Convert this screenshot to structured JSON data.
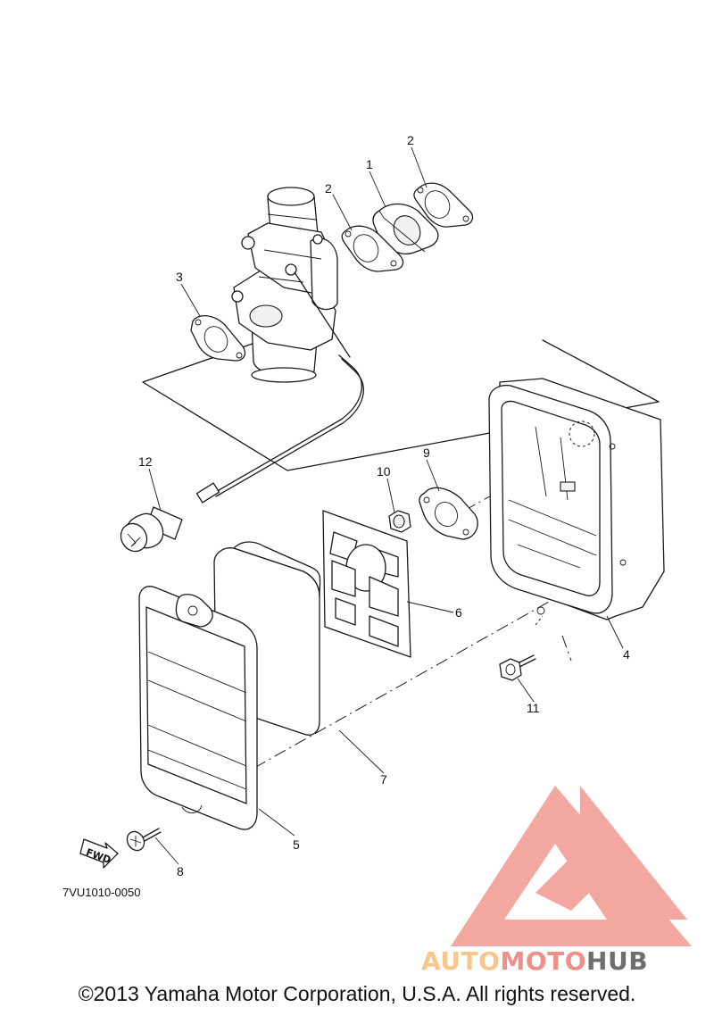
{
  "diagram": {
    "part_numbers": [
      "1",
      "2",
      "2",
      "3",
      "4",
      "5",
      "6",
      "7",
      "8",
      "9",
      "10",
      "11",
      "12"
    ],
    "fwd_label": "FWD",
    "diagram_code": "7VU1010-0050"
  },
  "watermark": {
    "brand_part1": "AUTO",
    "brand_part2": "MOTO",
    "brand_part3": "HUB",
    "colors": {
      "logo": "#f2a39c",
      "auto": "#f7c68a",
      "moto": "#ef8f86",
      "hub": "#6e6e6e"
    }
  },
  "footer": {
    "copyright": "©2013 Yamaha Motor Corporation, U.S.A. All rights reserved."
  }
}
